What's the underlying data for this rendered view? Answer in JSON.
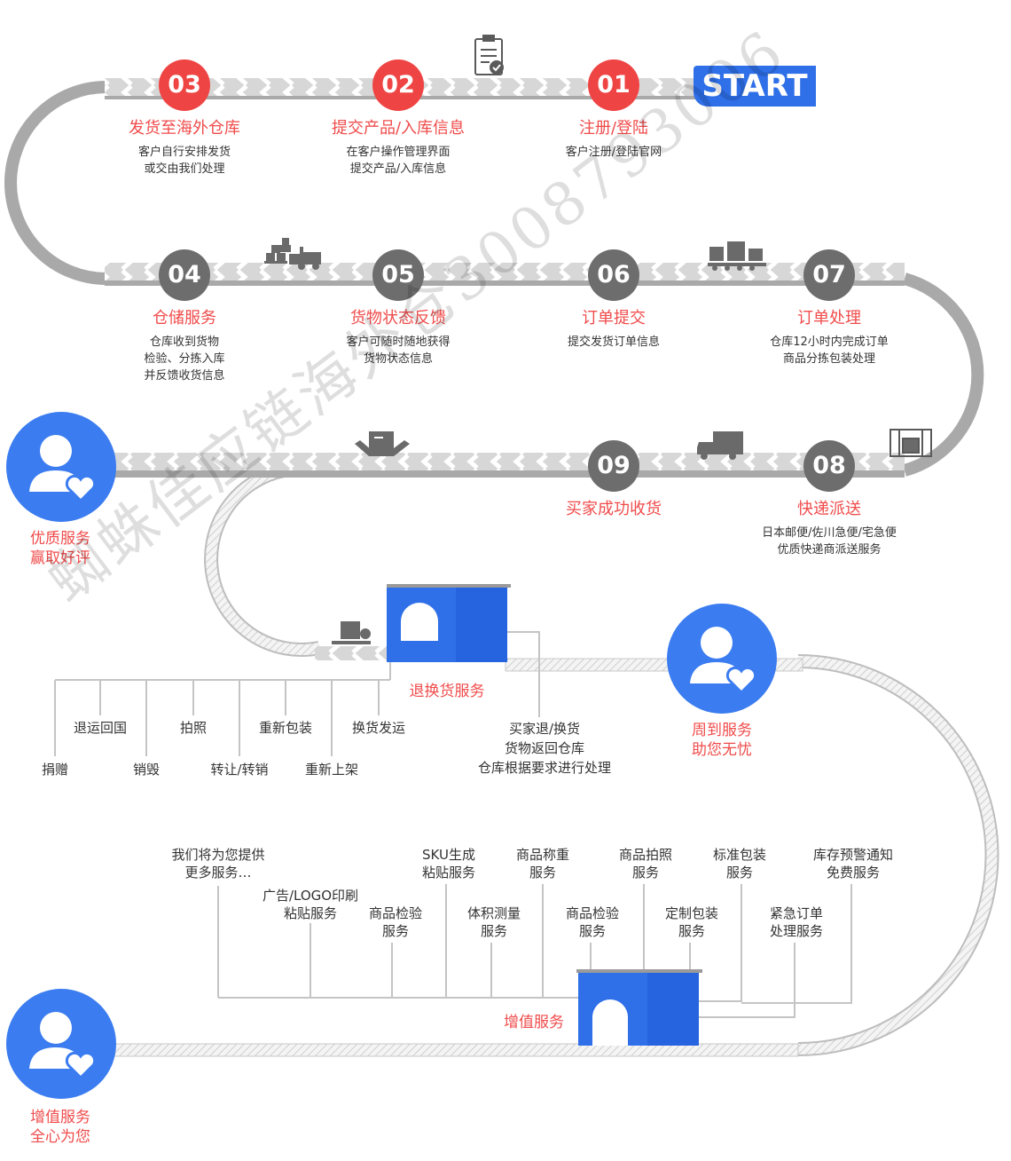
{
  "start_label": "START",
  "steps": [
    {
      "num": "01",
      "title": "注册/登陆",
      "desc": "客户注册/登陆官网"
    },
    {
      "num": "02",
      "title": "提交产品/入库信息",
      "desc": "在客户操作管理界面\n提交产品/入库信息"
    },
    {
      "num": "03",
      "title": "发货至海外仓库",
      "desc": "客户自行安排发货\n或交由我们处理"
    },
    {
      "num": "04",
      "title": "仓储服务",
      "desc": "仓库收到货物\n检验、分拣入库\n并反馈收货信息"
    },
    {
      "num": "05",
      "title": "货物状态反馈",
      "desc": "客户可随时随地获得\n货物状态信息"
    },
    {
      "num": "06",
      "title": "订单提交",
      "desc": "提交发货订单信息"
    },
    {
      "num": "07",
      "title": "订单处理",
      "desc": "仓库12小时内完成订单\n商品分拣包装处理"
    },
    {
      "num": "08",
      "title": "快递派送",
      "desc": "日本邮便/佐川急便/宅急便\n优质快递商派送服务"
    },
    {
      "num": "09",
      "title": "买家成功收货",
      "desc": ""
    }
  ],
  "side_badges": [
    {
      "text": "优质服务\n赢取好评"
    },
    {
      "text": "周到服务\n助您无忧"
    },
    {
      "text": "增值服务\n全心为您"
    }
  ],
  "returns": {
    "title": "退换货服务",
    "items": [
      "退运回国",
      "拍照",
      "重新包装",
      "换货发运",
      "捐赠",
      "销毁",
      "转让/转销",
      "重新上架"
    ],
    "note": "买家退/换货\n货物返回仓库\n仓库根据要求进行处理"
  },
  "value_added": {
    "title": "增值服务",
    "items": [
      "我们将为您提供\n更多服务…",
      "广告/LOGO印刷\n粘贴服务",
      "商品检验\n服务",
      "SKU生成\n粘贴服务",
      "体积测量\n服务",
      "商品称重\n服务",
      "商品检验\n服务",
      "商品拍照\n服务",
      "定制包装\n服务",
      "标准包装\n服务",
      "紧急订单\n处理服务",
      "库存预警通知\n免费服务"
    ]
  },
  "watermark": "蜘蛛佳应链海外仓3008793006",
  "icons": [
    "clipboard-icon",
    "forklift-icon",
    "conveyor-icon",
    "package-hands-icon",
    "truck-icon",
    "container-icon",
    "warehouse-icon",
    "user-heart-icon"
  ],
  "colors": {
    "accent_red": "#ef4444",
    "brand_blue": "#2f6fe8",
    "badge_gray": "#6d6d6d",
    "road_gray": "#a9a9a9"
  }
}
